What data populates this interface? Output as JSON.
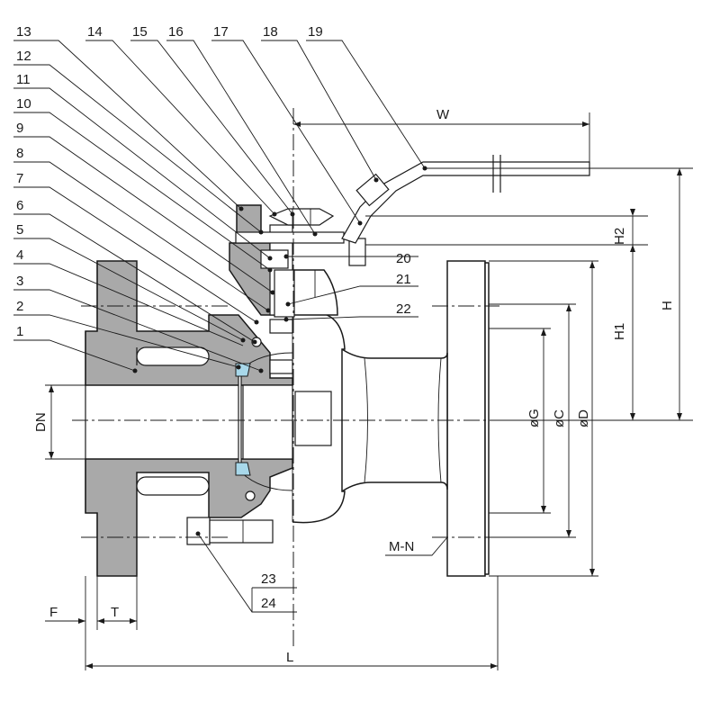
{
  "parts": [
    "1",
    "2",
    "3",
    "4",
    "5",
    "6",
    "7",
    "8",
    "9",
    "10",
    "11",
    "12",
    "13",
    "14",
    "15",
    "16",
    "17",
    "18",
    "19",
    "20",
    "21",
    "22",
    "23",
    "24"
  ],
  "dimensions": {
    "w": "W",
    "h": "H",
    "h1": "H1",
    "h2": "H2",
    "dn": "DN",
    "g": "øG",
    "c": "øC",
    "d": "øD",
    "mn": "M-N",
    "f": "F",
    "t": "T",
    "l": "L"
  },
  "colors": {
    "body_fill": "#a9a9a9",
    "seat_fill": "#a8d8ea",
    "line": "#1a1a1a"
  }
}
